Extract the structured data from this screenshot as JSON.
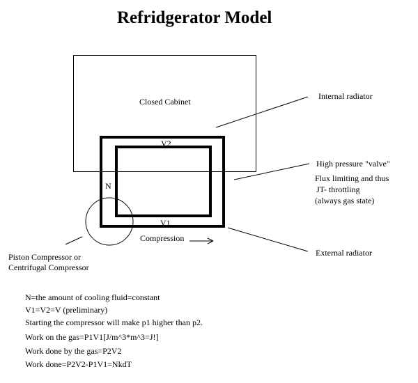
{
  "title": "Refridgerator Model",
  "labels": {
    "closed_cabinet": "Closed Cabinet",
    "internal_radiator": "Internal radiator",
    "high_pressure_valve": "High pressure \"valve\"",
    "flux_limiting": "Flux limiting and thus",
    "jt_throttling": "JT- throttling",
    "gas_state": "(always gas state)",
    "external_radiator": "External radiator",
    "v2": "V2",
    "v1": "V1",
    "n": "N",
    "compression": "Compression",
    "compressor_line1": "Piston Compressor or",
    "compressor_line2": "Centrifugal Compressor"
  },
  "notes": [
    "N=the amount of cooling fluid=constant",
    "V1=V2=V (preliminary)",
    "Starting the compressor will make p1 higher than p2.",
    "Work on the gas=P1V1[J/m^3*m^3=J!]",
    "Work done by the gas=P2V2",
    "Work done=P2V2-P1V1=NkdT"
  ]
}
